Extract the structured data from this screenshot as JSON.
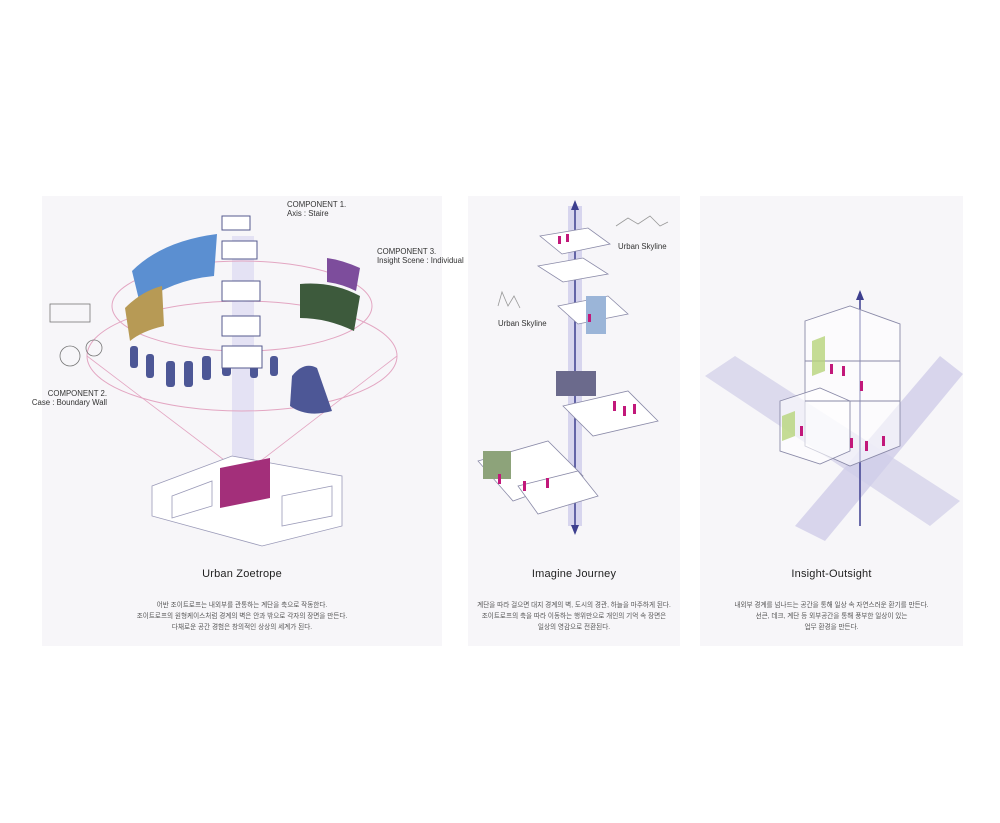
{
  "panels": [
    {
      "title": "Urban Zoetrope",
      "description": [
        "어반 조이트로프는 내외부를 관통하는 계단을 축으로 작동한다.",
        "조이트로프의 원형케이스처럼 경계의 벽은 안과 밖으로 각자의 장면을 만든다.",
        "다채로운 공간 경험은 창의적인 상상의 세계가 된다."
      ],
      "labels": {
        "component1_title": "COMPONENT 1.",
        "component1_sub": "Axis : Staire",
        "component2_title": "COMPONENT 2.",
        "component2_sub": "Case : Boundary Wall",
        "component3_title": "COMPONENT 3.",
        "component3_sub": "Insight Scene : Individual"
      }
    },
    {
      "title": "Imagine Journey",
      "description": [
        "계단을 따라 걸으면 대지 경계의 벽, 도시의 경관, 하늘을 마주하게 된다.",
        "조이트로프의 축을 따라 이동하는 행위만으로 개인의 기억 속 장면은",
        "일상의 영감으로 전환된다."
      ],
      "labels": {
        "skyline_top": "Urban Skyline",
        "skyline_left": "Urban Skyline"
      }
    },
    {
      "title": "Insight-Outsight",
      "description": [
        "내외부 경계를 넘나드는 공간을 통해 일상 속 자연스러운 환기를 만든다.",
        "선큰, 데크, 계단 등 외부공간을 통해 풍부한 일상이 있는",
        "업무 환경을 만든다."
      ]
    }
  ],
  "colors": {
    "accent": "#c2187a",
    "axis": "#3d3f8f",
    "line": "#8a8aa8",
    "ring": "#e3a6c2",
    "beam": "#c9c8ea"
  }
}
